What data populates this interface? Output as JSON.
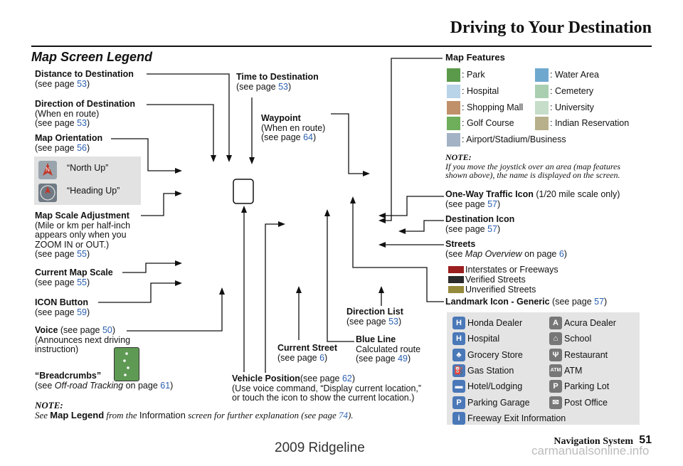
{
  "header": {
    "title": "Driving to Your Destination",
    "legend_title": "Map Screen Legend"
  },
  "left": {
    "distance": {
      "title": "Distance to Destination",
      "see": "(see page ",
      "page": "53",
      "close": ")"
    },
    "direction": {
      "title": "Direction of Destination",
      "l1": "(When en route)",
      "see": "(see page ",
      "page": "53",
      "close": ")"
    },
    "orientation": {
      "title": "Map Orientation",
      "see": "(see page ",
      "page": "56",
      "close": ")",
      "north": "“North Up”",
      "heading": "“Heading Up”"
    },
    "scale_adj": {
      "title": "Map Scale Adjustment",
      "l1": "(Mile or km per half-inch",
      "l2": "appears only when you",
      "l3": "ZOOM IN or OUT.)",
      "see": "(see page ",
      "page": "55",
      "close": ")"
    },
    "current_scale": {
      "title": "Current Map Scale",
      "see": "(see page ",
      "page": "55",
      "close": ")"
    },
    "icon_button": {
      "title": "ICON Button",
      "see": "(see page ",
      "page": "59",
      "close": ")"
    },
    "voice": {
      "title": "Voice",
      "see": " (see page ",
      "page": "50",
      "close": ")",
      "l1": "(Announces next driving",
      "l2": "instruction)"
    },
    "breadcrumbs": {
      "title": "“Breadcrumbs”",
      "see": "(see ",
      "ital": "Off-road Tracking",
      "on": " on page ",
      "page": "61",
      "close": ")"
    }
  },
  "center": {
    "time": {
      "title": "Time to Destination",
      "see": "(see page ",
      "page": "53",
      "close": ")"
    },
    "waypoint": {
      "title": "Waypoint",
      "l1": "(When en route)",
      "see": "(see page ",
      "page": "64",
      "close": ")"
    },
    "direction_list": {
      "title": "Direction List",
      "see": "(see page ",
      "page": "53",
      "close": ")"
    },
    "blue_line": {
      "title": "Blue Line",
      "l1": "Calculated route",
      "see": "(see page ",
      "page": "49",
      "close": ")"
    },
    "current_street": {
      "title": "Current Street",
      "see": "(see page ",
      "page": "6",
      "close": ")"
    },
    "vehicle_position": {
      "title": "Vehicle Position",
      "see": "(see page ",
      "page": "62",
      "close": ")",
      "l1": "(Use voice command, “Display current location,”",
      "l2": "or touch the icon to show the current location.)"
    }
  },
  "right": {
    "map_features": {
      "title": "Map Features",
      "items": [
        {
          "label": ": Park",
          "color": "#5a9a4a"
        },
        {
          "label": ": Water Area",
          "color": "#6fa8cf"
        },
        {
          "label": ": Hospital",
          "color": "#b9d3e8"
        },
        {
          "label": ": Cemetery",
          "color": "#a9cfb0"
        },
        {
          "label": ": Shopping Mall",
          "color": "#c0906a"
        },
        {
          "label": ": University",
          "color": "#c5ddc9"
        },
        {
          "label": ": Golf Course",
          "color": "#6fae5a"
        },
        {
          "label": ": Indian Reservation",
          "color": "#b7b08a"
        },
        {
          "label": ": Airport/Stadium/Business",
          "color": "#a3b2c4"
        }
      ]
    },
    "note": {
      "title": "NOTE:",
      "l1": "If you move the joystick over an area (map features",
      "l2": "shown above), the name is displayed on the screen."
    },
    "oneway": {
      "title": "One-Way Traffic Icon",
      "extra": " (1/20 mile scale only)",
      "see": "(see page ",
      "page": "57",
      "close": ")"
    },
    "dest_icon": {
      "title": "Destination Icon",
      "see": "(see page ",
      "page": "57",
      "close": ")"
    },
    "streets": {
      "title": "Streets",
      "see": "(see ",
      "ital": "Map Overview",
      "on": " on page ",
      "page": "6",
      "close": ")",
      "types": [
        {
          "label": "Interstates or Freeways",
          "color": "#9b1f1f"
        },
        {
          "label": "Verified Streets",
          "color": "#2b2b2b"
        },
        {
          "label": "Unverified Streets",
          "color": "#958a3c"
        }
      ]
    },
    "landmark": {
      "title": "Landmark Icon - Generic",
      "see": " (see page ",
      "page": "57",
      "close": ")"
    },
    "pois": [
      {
        "label": "Honda Dealer",
        "icon": "H-dealer-icon",
        "glyph": "H"
      },
      {
        "label": "Acura Dealer",
        "icon": "acura-icon",
        "glyph": "A"
      },
      {
        "label": "Hospital",
        "icon": "hospital-icon",
        "glyph": "H"
      },
      {
        "label": "School",
        "icon": "school-icon",
        "glyph": "⌂"
      },
      {
        "label": "Grocery Store",
        "icon": "grocery-icon",
        "glyph": "♣"
      },
      {
        "label": "Restaurant",
        "icon": "restaurant-icon",
        "glyph": "Ψ"
      },
      {
        "label": "Gas Station",
        "icon": "gas-icon",
        "glyph": "⛽"
      },
      {
        "label": "ATM",
        "icon": "atm-icon",
        "glyph": "ATM"
      },
      {
        "label": "Hotel/Lodging",
        "icon": "hotel-icon",
        "glyph": "▬"
      },
      {
        "label": "Parking Lot",
        "icon": "parking-icon",
        "glyph": "P"
      },
      {
        "label": "Parking Garage",
        "icon": "parking-garage-icon",
        "glyph": "P"
      },
      {
        "label": "Post Office",
        "icon": "post-office-icon",
        "glyph": "✉"
      },
      {
        "label": "Freeway Exit Information",
        "icon": "info-icon",
        "glyph": "i"
      }
    ]
  },
  "footer": {
    "note": "NOTE:",
    "see": "See ",
    "map_legend": "Map Legend",
    "from": " from the ",
    "information": "Information",
    "rest": " screen for further explanation (see page ",
    "page": "74",
    "close": ").",
    "section": "Navigation System",
    "page_num": "51",
    "watermark": "2009  Ridgeline",
    "site": "carmanualsonline.info"
  }
}
